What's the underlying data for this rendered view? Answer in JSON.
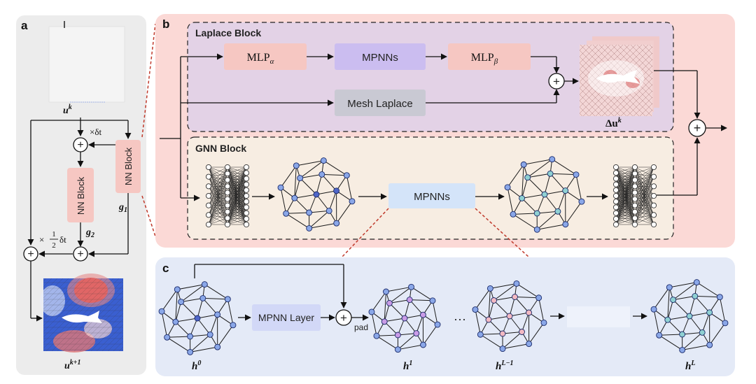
{
  "panels": {
    "a": "a",
    "b": "b",
    "c": "c"
  },
  "panel_a": {
    "input_label": "u",
    "input_sup": "k",
    "time_step": "×δt",
    "nn_block_right": "NN Block",
    "nn_block_mid": "NN Block",
    "g1": "g",
    "g1_sub": "1",
    "g2": "g",
    "g2_sub": "2",
    "half_dt_prefix": "×",
    "half_num": "1",
    "half_den": "2",
    "half_dt_suffix": "δt",
    "output_label": "u",
    "output_sup": "k+1",
    "plus": "+"
  },
  "panel_b": {
    "laplace_title": "Laplace Block",
    "mlp_alpha": "MLP",
    "mlp_alpha_sub": "α",
    "mpnns_top": "MPNNs",
    "mlp_beta": "MLP",
    "mlp_beta_sub": "β",
    "mesh_laplace": "Mesh Laplace",
    "delta_u": "Δu",
    "delta_u_sup": "k",
    "gnn_title": "GNN Block",
    "mpnns_gnn": "MPNNs",
    "plus": "+"
  },
  "panel_c": {
    "mpnn_layer": "MPNN Layer",
    "pad": "pad",
    "ellipsis": "···",
    "h": "h",
    "h0_sup": "0",
    "h1_sup": "1",
    "hl1_sup": "L−1",
    "hL_sup": "L",
    "plus": "+"
  },
  "colors": {
    "panel_a_bg": "#ececec",
    "panel_b_bg": "#fbd9d6",
    "laplace_bg": "#e3d2e6",
    "gnn_bg": "#f7ede2",
    "panel_c_bg": "#e4eaf7",
    "mlp_fill": "#f6c7c2",
    "mpnn_fill": "#cbbdf0",
    "mesh_fill": "#c9c9d3",
    "mpnn_gnn_fill": "#d4e4f9",
    "mpnn_layer_fill": "#d2d8f7",
    "node_blue": "#8aa7e8",
    "node_dark": "#4f66c8",
    "node_teal": "#8fd0d2",
    "node_purple": "#c99be6",
    "node_pink": "#f2b9c2",
    "field_red": "#d93a3a",
    "field_blue": "#2d5fd6"
  }
}
